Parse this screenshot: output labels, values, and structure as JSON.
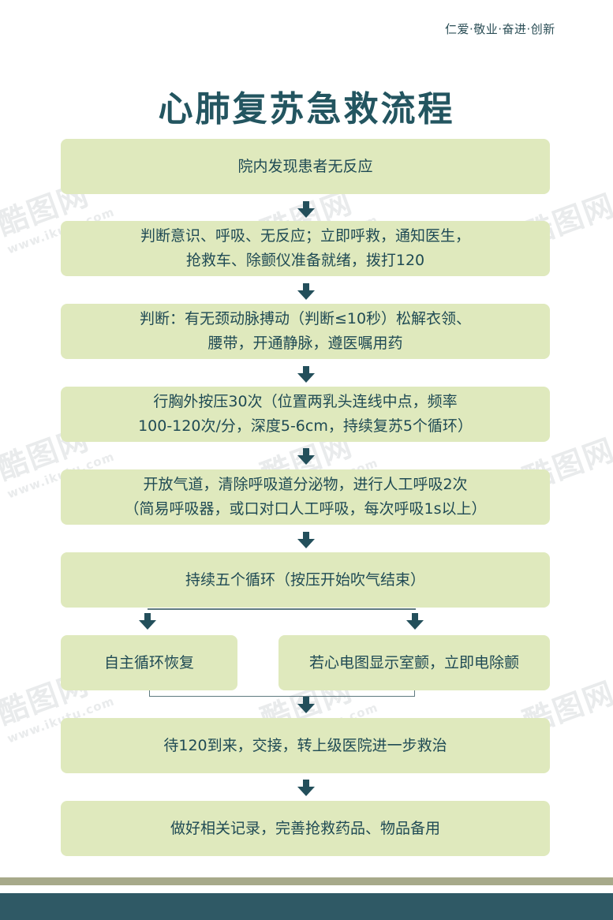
{
  "header": {
    "slogan": "仁爱·敬业·奋进·创新"
  },
  "title": "心肺复苏急救流程",
  "steps": {
    "s1": {
      "lines": [
        "院内发现患者无反应"
      ]
    },
    "s2": {
      "lines": [
        "判断意识、呼吸、无反应；立即呼救，通知医生，",
        "抢救车、除颤仪准备就绪，拨打120"
      ]
    },
    "s3": {
      "lines": [
        "判断：有无颈动脉搏动（判断≤10秒）松解衣领、",
        "腰带，开通静脉，遵医嘱用药"
      ]
    },
    "s4": {
      "lines": [
        "行胸外按压30次（位置两乳头连线中点，频率",
        "100-120次/分，深度5-6cm，持续复苏5个循环）"
      ]
    },
    "s5": {
      "lines": [
        "开放气道，清除呼吸道分泌物，进行人工呼吸2次",
        "（简易呼吸器，或口对口人工呼吸，每次呼吸1s以上）"
      ]
    },
    "s6": {
      "lines": [
        "持续五个循环（按压开始吹气结束）"
      ]
    },
    "s7a": {
      "lines": [
        "自主循环恢复"
      ]
    },
    "s7b": {
      "lines": [
        "若心电图显示室颤，立即电除颤"
      ]
    },
    "s8": {
      "lines": [
        "待120到来，交接，转上级医院进一步救治"
      ]
    },
    "s9": {
      "lines": [
        "做好相关记录，完善抢救药品、物品备用"
      ]
    }
  },
  "watermark": {
    "logo": "酷图网",
    "url": "www.ikutu.com"
  },
  "colors": {
    "title": "#235560",
    "box": "#dfe9bd",
    "arrow": "#234f5b",
    "band_light": "#a7a98a",
    "band_dark": "#2f5965"
  }
}
